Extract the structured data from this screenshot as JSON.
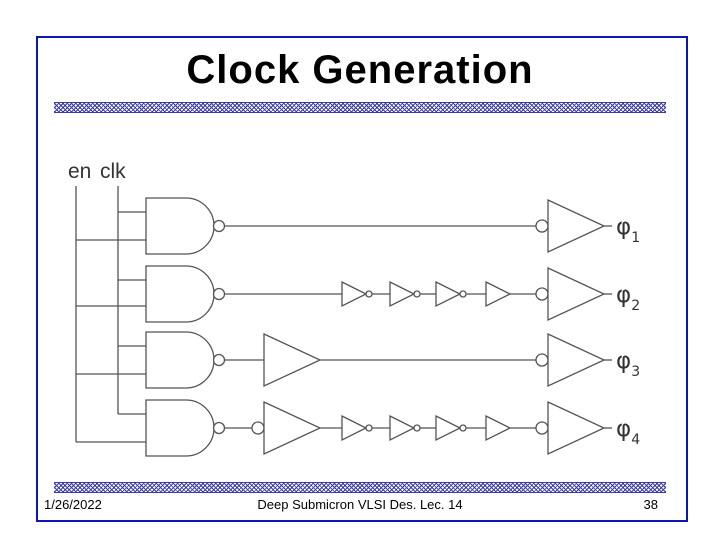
{
  "slide": {
    "title": "Clock Generation",
    "footer": {
      "date": "1/26/2022",
      "course": "Deep Submicron VLSI Des. Lec. 14",
      "page": "38"
    }
  },
  "diagram": {
    "inputs": {
      "en": "en",
      "clk": "clk"
    },
    "outputs": [
      {
        "symbol": "φ",
        "subscript": "1"
      },
      {
        "symbol": "φ",
        "subscript": "2"
      },
      {
        "symbol": "φ",
        "subscript": "3"
      },
      {
        "symbol": "φ",
        "subscript": "4"
      }
    ]
  }
}
